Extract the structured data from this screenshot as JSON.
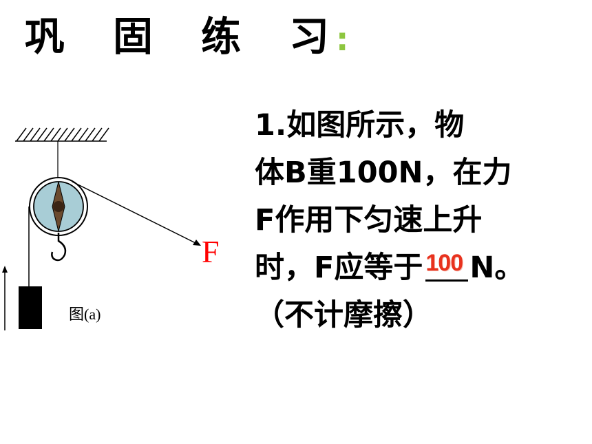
{
  "title": {
    "chars": [
      "巩",
      "固",
      "练",
      "习"
    ],
    "colon": ":"
  },
  "figure": {
    "force_label": "F",
    "caption": "图(a)"
  },
  "question": {
    "line1": "1.如图所示，物",
    "line2": "体B重100N，在力",
    "line3": "F作用下匀速上升",
    "line4_before": "时，F应等于",
    "line4_after": "N。",
    "line5": "（不计摩擦）",
    "answer": "100"
  },
  "colors": {
    "title_colon": "#8dc63f",
    "force_label": "#ff0000",
    "answer": "#e8321e",
    "pulley_fill": "#a8cdd6"
  }
}
